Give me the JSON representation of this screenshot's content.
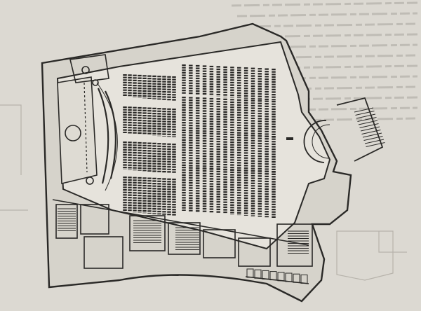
{
  "figure": {
    "kind": "architectural floor plan",
    "colors": {
      "paper": "#dcd9d2",
      "paper_shade": "#cfcbc3",
      "ink": "#2a2927",
      "faint_text": "#a9a69f",
      "hall_floor": "#e6e3dc"
    },
    "seating": {
      "left_block_rows": 11,
      "right_block_rows": 14,
      "cross_aisles": 3
    }
  }
}
